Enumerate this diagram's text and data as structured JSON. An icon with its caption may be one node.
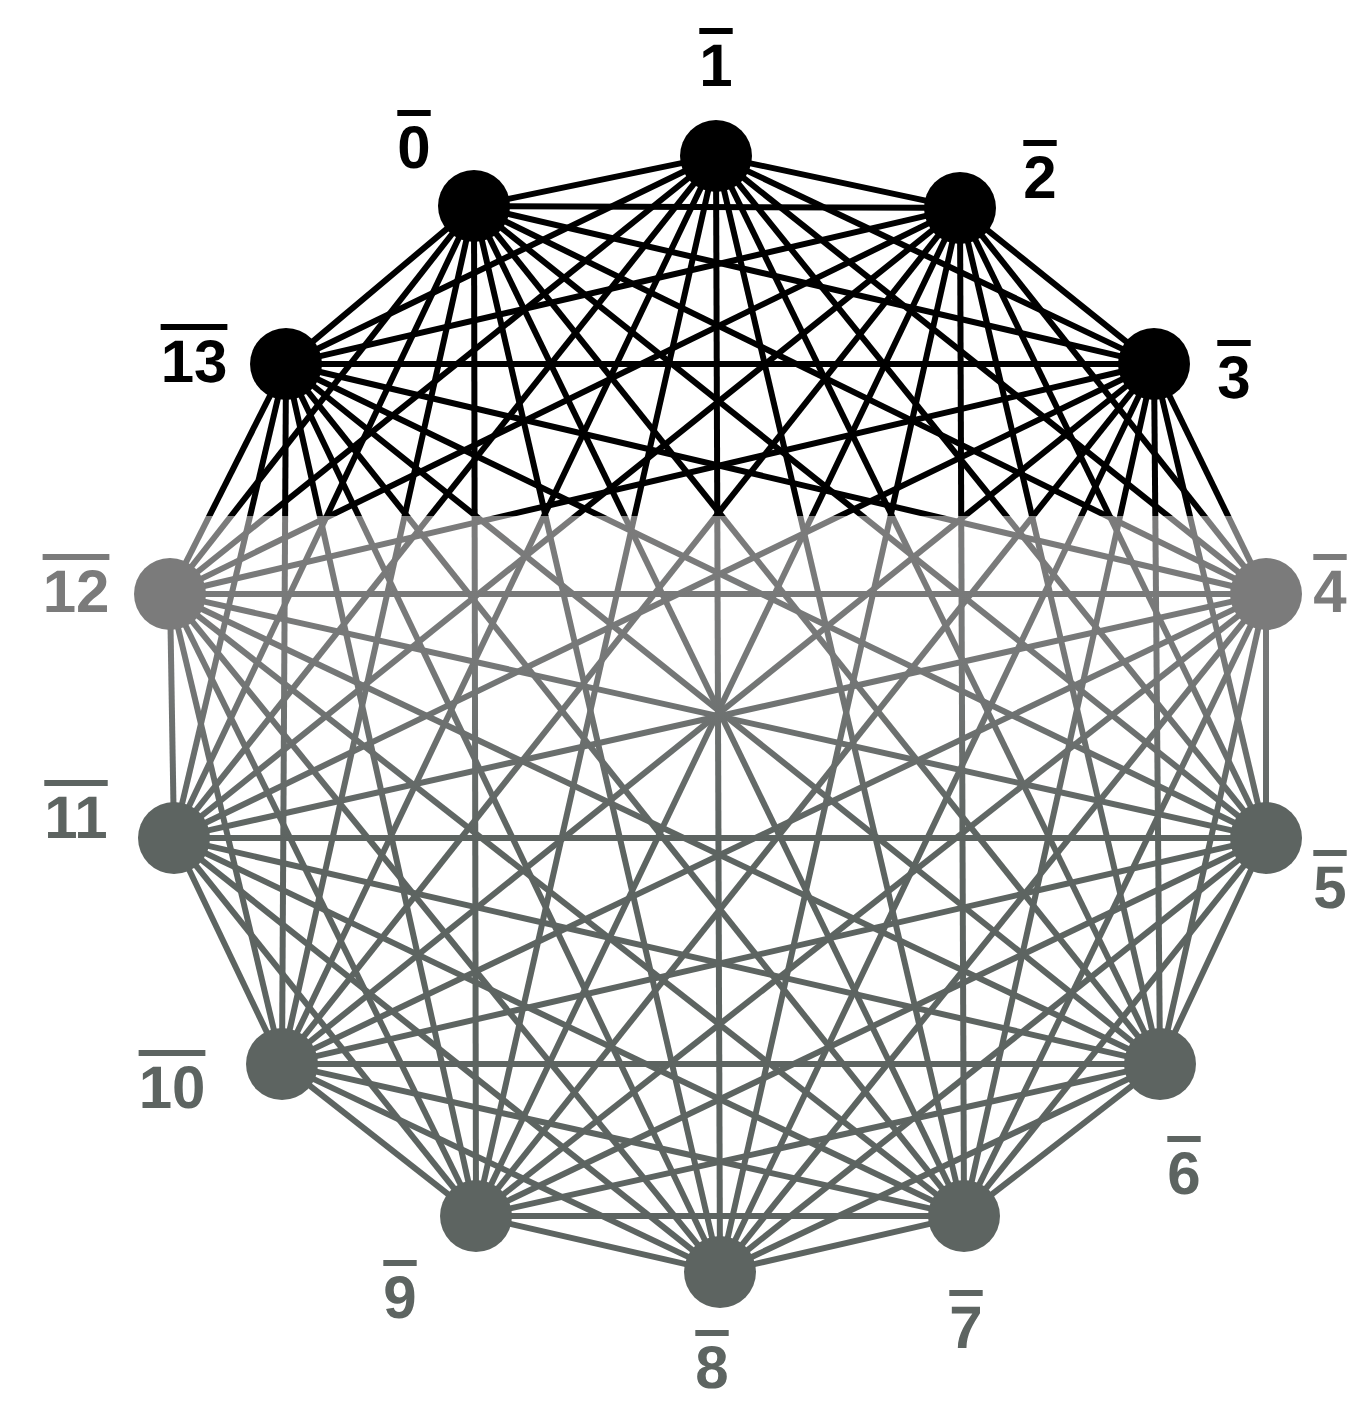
{
  "diagram": {
    "nodes": [
      {
        "text": [
          "1"
        ]
      },
      {
        "text": [
          "0"
        ]
      },
      {
        "text": [
          "2"
        ]
      },
      {
        "text": [
          "13"
        ]
      },
      {
        "text": [
          "3"
        ]
      },
      {
        "text": [
          "12"
        ]
      },
      {
        "text": [
          "4"
        ]
      },
      {
        "text": [
          "11"
        ]
      },
      {
        "text": [
          "5"
        ]
      },
      {
        "text": [
          "10"
        ]
      },
      {
        "text": [
          "6"
        ]
      },
      {
        "text": [
          "9"
        ]
      },
      {
        "text": [
          "7"
        ]
      },
      {
        "text": [
          "8"
        ]
      }
    ],
    "edges": [
      {
        "from": 0,
        "to": 1,
        "arrow": "none"
      },
      {
        "from": 0,
        "to": 2,
        "arrow": "none"
      },
      {
        "from": 0,
        "to": 3,
        "arrow": "none"
      },
      {
        "from": 0,
        "to": 4,
        "arrow": "none"
      },
      {
        "from": 0,
        "to": 5,
        "arrow": "none"
      },
      {
        "from": 0,
        "to": 6,
        "arrow": "none"
      },
      {
        "from": 0,
        "to": 7,
        "arrow": "none"
      },
      {
        "from": 0,
        "to": 8,
        "arrow": "none"
      },
      {
        "from": 0,
        "to": 9,
        "arrow": "none"
      },
      {
        "from": 0,
        "to": 10,
        "arrow": "none"
      },
      {
        "from": 0,
        "to": 11,
        "arrow": "none"
      },
      {
        "from": 0,
        "to": 12,
        "arrow": "none"
      },
      {
        "from": 0,
        "to": 13,
        "arrow": "none"
      },
      {
        "from": 1,
        "to": 2,
        "arrow": "none"
      },
      {
        "from": 1,
        "to": 3,
        "arrow": "none"
      },
      {
        "from": 1,
        "to": 4,
        "arrow": "none"
      },
      {
        "from": 1,
        "to": 5,
        "arrow": "none"
      },
      {
        "from": 1,
        "to": 6,
        "arrow": "none"
      },
      {
        "from": 1,
        "to": 7,
        "arrow": "none"
      },
      {
        "from": 1,
        "to": 8,
        "arrow": "none"
      },
      {
        "from": 1,
        "to": 9,
        "arrow": "none"
      },
      {
        "from": 1,
        "to": 10,
        "arrow": "none"
      },
      {
        "from": 1,
        "to": 11,
        "arrow": "none"
      },
      {
        "from": 1,
        "to": 12,
        "arrow": "none"
      },
      {
        "from": 1,
        "to": 13,
        "arrow": "none"
      },
      {
        "from": 2,
        "to": 3,
        "arrow": "none"
      },
      {
        "from": 2,
        "to": 4,
        "arrow": "none"
      },
      {
        "from": 2,
        "to": 5,
        "arrow": "none"
      },
      {
        "from": 2,
        "to": 6,
        "arrow": "none"
      },
      {
        "from": 2,
        "to": 7,
        "arrow": "none"
      },
      {
        "from": 2,
        "to": 8,
        "arrow": "none"
      },
      {
        "from": 2,
        "to": 9,
        "arrow": "none"
      },
      {
        "from": 2,
        "to": 10,
        "arrow": "none"
      },
      {
        "from": 2,
        "to": 11,
        "arrow": "none"
      },
      {
        "from": 2,
        "to": 12,
        "arrow": "none"
      },
      {
        "from": 2,
        "to": 13,
        "arrow": "none"
      },
      {
        "from": 3,
        "to": 4,
        "arrow": "none"
      },
      {
        "from": 3,
        "to": 5,
        "arrow": "none"
      },
      {
        "from": 3,
        "to": 6,
        "arrow": "none"
      },
      {
        "from": 3,
        "to": 7,
        "arrow": "none"
      },
      {
        "from": 3,
        "to": 8,
        "arrow": "none"
      },
      {
        "from": 3,
        "to": 9,
        "arrow": "none"
      },
      {
        "from": 3,
        "to": 10,
        "arrow": "none"
      },
      {
        "from": 3,
        "to": 11,
        "arrow": "none"
      },
      {
        "from": 3,
        "to": 12,
        "arrow": "none"
      },
      {
        "from": 3,
        "to": 13,
        "arrow": "none"
      },
      {
        "from": 4,
        "to": 5,
        "arrow": "none"
      },
      {
        "from": 4,
        "to": 6,
        "arrow": "none"
      },
      {
        "from": 4,
        "to": 7,
        "arrow": "none"
      },
      {
        "from": 4,
        "to": 8,
        "arrow": "none"
      },
      {
        "from": 4,
        "to": 9,
        "arrow": "none"
      },
      {
        "from": 4,
        "to": 10,
        "arrow": "none"
      },
      {
        "from": 4,
        "to": 11,
        "arrow": "none"
      },
      {
        "from": 4,
        "to": 12,
        "arrow": "none"
      },
      {
        "from": 4,
        "to": 13,
        "arrow": "none"
      },
      {
        "from": 5,
        "to": 6,
        "arrow": "none"
      },
      {
        "from": 5,
        "to": 7,
        "arrow": "none"
      },
      {
        "from": 5,
        "to": 8,
        "arrow": "none"
      },
      {
        "from": 5,
        "to": 9,
        "arrow": "none"
      },
      {
        "from": 5,
        "to": 10,
        "arrow": "none"
      },
      {
        "from": 5,
        "to": 11,
        "arrow": "none"
      },
      {
        "from": 5,
        "to": 12,
        "arrow": "none"
      },
      {
        "from": 5,
        "to": 13,
        "arrow": "none"
      },
      {
        "from": 6,
        "to": 7,
        "arrow": "none"
      },
      {
        "from": 6,
        "to": 8,
        "arrow": "none"
      },
      {
        "from": 6,
        "to": 9,
        "arrow": "none"
      },
      {
        "from": 6,
        "to": 10,
        "arrow": "none"
      },
      {
        "from": 6,
        "to": 11,
        "arrow": "none"
      },
      {
        "from": 6,
        "to": 12,
        "arrow": "none"
      },
      {
        "from": 6,
        "to": 13,
        "arrow": "none"
      },
      {
        "from": 7,
        "to": 8,
        "arrow": "none"
      },
      {
        "from": 7,
        "to": 9,
        "arrow": "none"
      },
      {
        "from": 7,
        "to": 10,
        "arrow": "none"
      },
      {
        "from": 7,
        "to": 11,
        "arrow": "none"
      },
      {
        "from": 7,
        "to": 12,
        "arrow": "none"
      },
      {
        "from": 7,
        "to": 13,
        "arrow": "none"
      },
      {
        "from": 8,
        "to": 9,
        "arrow": "none"
      },
      {
        "from": 8,
        "to": 10,
        "arrow": "none"
      },
      {
        "from": 8,
        "to": 11,
        "arrow": "none"
      },
      {
        "from": 8,
        "to": 12,
        "arrow": "none"
      },
      {
        "from": 8,
        "to": 13,
        "arrow": "none"
      },
      {
        "from": 9,
        "to": 10,
        "arrow": "none"
      },
      {
        "from": 9,
        "to": 11,
        "arrow": "none"
      },
      {
        "from": 9,
        "to": 12,
        "arrow": "none"
      },
      {
        "from": 9,
        "to": 13,
        "arrow": "none"
      },
      {
        "from": 10,
        "to": 11,
        "arrow": "none"
      },
      {
        "from": 10,
        "to": 12,
        "arrow": "none"
      },
      {
        "from": 10,
        "to": 13,
        "arrow": "none"
      },
      {
        "from": 11,
        "to": 12,
        "arrow": "none"
      },
      {
        "from": 11,
        "to": 13,
        "arrow": "none"
      },
      {
        "from": 12,
        "to": 13,
        "arrow": "none"
      }
    ]
  }
}
